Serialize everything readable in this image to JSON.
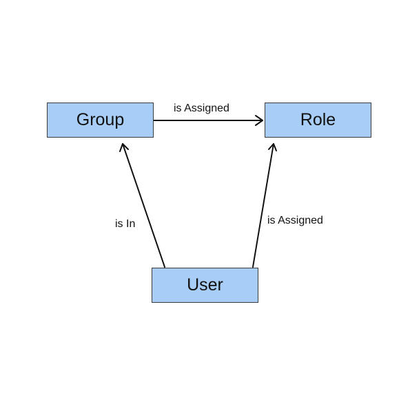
{
  "nodes": {
    "group": "Group",
    "role": "Role",
    "user": "User"
  },
  "edges": {
    "group_to_role": "is Assigned",
    "user_to_group": "is In",
    "user_to_role": "is Assigned"
  },
  "colors": {
    "node_fill": "#a8cdf7",
    "node_border": "#3a3a3a",
    "edge": "#111111"
  }
}
